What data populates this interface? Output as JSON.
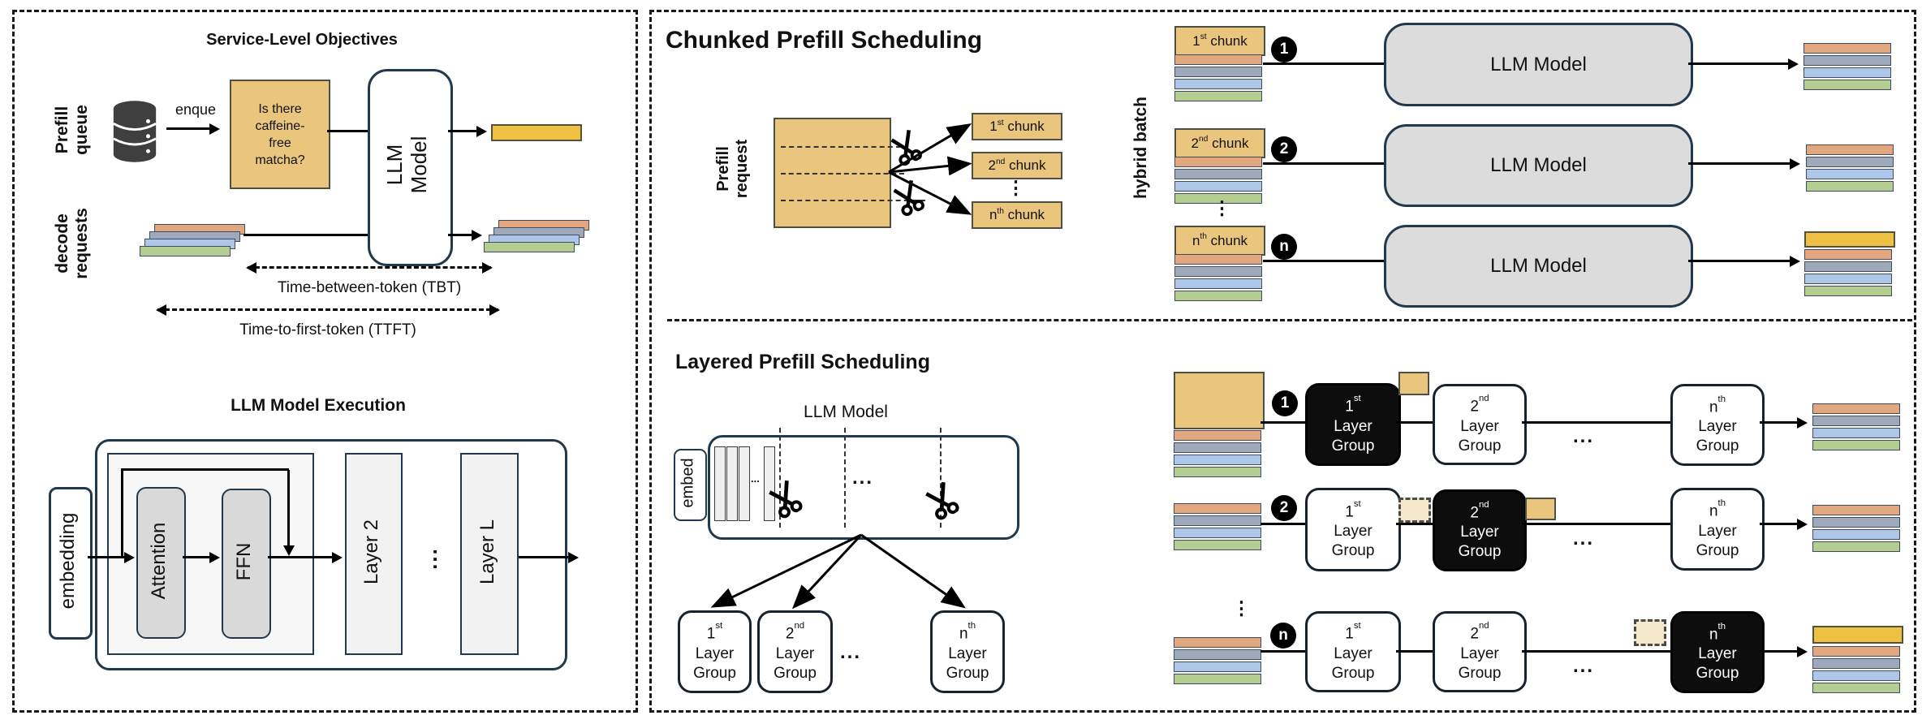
{
  "palette": {
    "tan": "#EAC57E",
    "gold": "#EFC143",
    "orange": "#E3A77F",
    "gray_blue": "#9FA9BC",
    "light_blue": "#AEC6E8",
    "green": "#B4CD90",
    "llm_gray": "#DCDCDC",
    "faded_tan": "#F6E9CB",
    "box_border": "#22384C"
  },
  "slo": {
    "title": "Service-Level Objectives",
    "prefill_queue": [
      "Prefill",
      "queue"
    ],
    "enqueue_label": "enque",
    "prompt_lines": [
      "Is there",
      "caffeine-",
      "free",
      "matcha?"
    ],
    "llm_model": [
      "LLM",
      "Model"
    ],
    "decode_requests": [
      "decode",
      "requests"
    ],
    "tbt_label": "Time-between-token (TBT)",
    "ttft_label": "Time-to-first-token (TTFT)"
  },
  "execution": {
    "title": "LLM Model Execution",
    "embedding": "embedding",
    "attention": "Attention",
    "ffn": "FFN",
    "layer2": "Layer 2",
    "layerL": "Layer L",
    "dots": "..."
  },
  "chunked": {
    "title": "Chunked Prefill Scheduling",
    "prefill_request": [
      "Prefill",
      "request"
    ],
    "chunks": [
      {
        "num": "1",
        "sup": "st",
        "word": "chunk"
      },
      {
        "num": "2",
        "sup": "nd",
        "word": "chunk"
      },
      {
        "num": "n",
        "sup": "th",
        "word": "chunk"
      }
    ],
    "vdots": "⋮",
    "hybrid_batch": "hybrid batch",
    "badges": [
      "1",
      "2",
      "n"
    ],
    "llm_model": "LLM Model"
  },
  "layered": {
    "title": "Layered Prefill Scheduling",
    "model_label": "LLM Model",
    "embed": "embed",
    "hdots": "...",
    "small_dots": "...",
    "row_dots": "...",
    "vdots": "⋮",
    "ordinals": [
      {
        "num": "1",
        "sup": "st"
      },
      {
        "num": "2",
        "sup": "nd"
      },
      {
        "num": "n",
        "sup": "th"
      }
    ],
    "layer_word": "Layer",
    "group_word": "Group",
    "badges": [
      "1",
      "2",
      "n"
    ]
  }
}
